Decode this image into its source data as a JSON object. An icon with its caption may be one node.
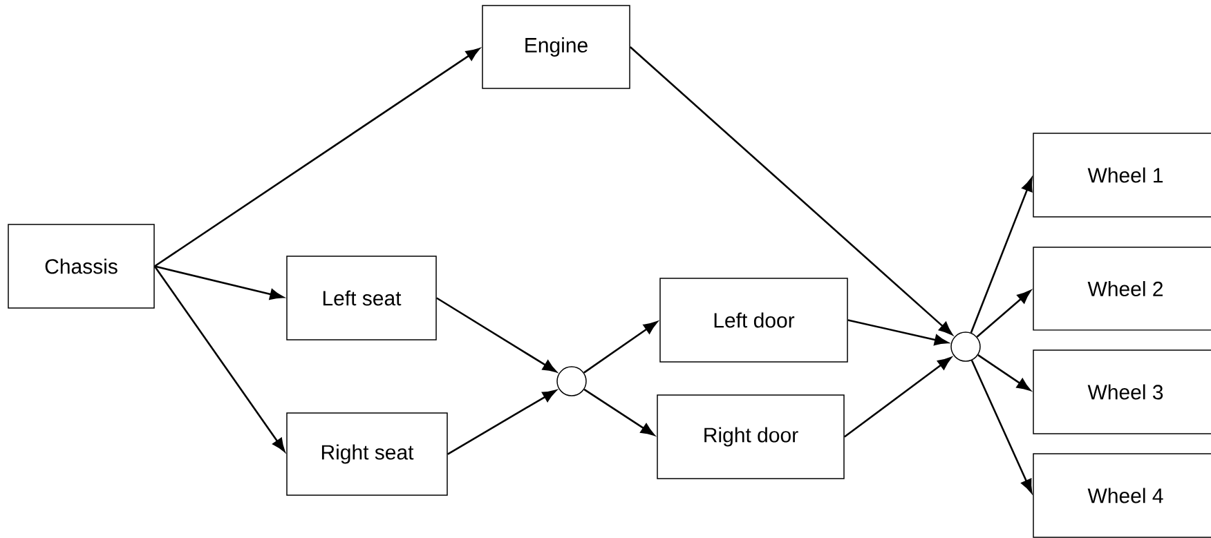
{
  "diagram": {
    "nodes": [
      {
        "text": [
          "Chassis"
        ]
      },
      {
        "text": [
          "Engine"
        ]
      },
      {
        "text": [
          "Left seat"
        ]
      },
      {
        "text": [
          "Right seat"
        ]
      },
      {
        "text": [],
        "shape": "circle"
      },
      {
        "text": [
          "Left door"
        ]
      },
      {
        "text": [
          "Right door"
        ]
      },
      {
        "text": [],
        "shape": "circle"
      },
      {
        "text": [
          "Wheel 1"
        ]
      },
      {
        "text": [
          "Wheel 2"
        ]
      },
      {
        "text": [
          "Wheel 3"
        ]
      },
      {
        "text": [
          "Wheel 4"
        ]
      }
    ],
    "edges": [
      {
        "from": 0,
        "to": 1,
        "arrow": "to"
      },
      {
        "from": 0,
        "to": 2,
        "arrow": "to"
      },
      {
        "from": 0,
        "to": 3,
        "arrow": "to"
      },
      {
        "from": 2,
        "to": 4,
        "arrow": "to"
      },
      {
        "from": 3,
        "to": 4,
        "arrow": "to"
      },
      {
        "from": 4,
        "to": 5,
        "arrow": "to"
      },
      {
        "from": 4,
        "to": 6,
        "arrow": "to"
      },
      {
        "from": 1,
        "to": 7,
        "arrow": "to"
      },
      {
        "from": 5,
        "to": 7,
        "arrow": "to"
      },
      {
        "from": 6,
        "to": 7,
        "arrow": "to"
      },
      {
        "from": 7,
        "to": 8,
        "arrow": "to"
      },
      {
        "from": 7,
        "to": 9,
        "arrow": "to"
      },
      {
        "from": 7,
        "to": 10,
        "arrow": "to"
      },
      {
        "from": 7,
        "to": 11,
        "arrow": "to"
      }
    ]
  }
}
